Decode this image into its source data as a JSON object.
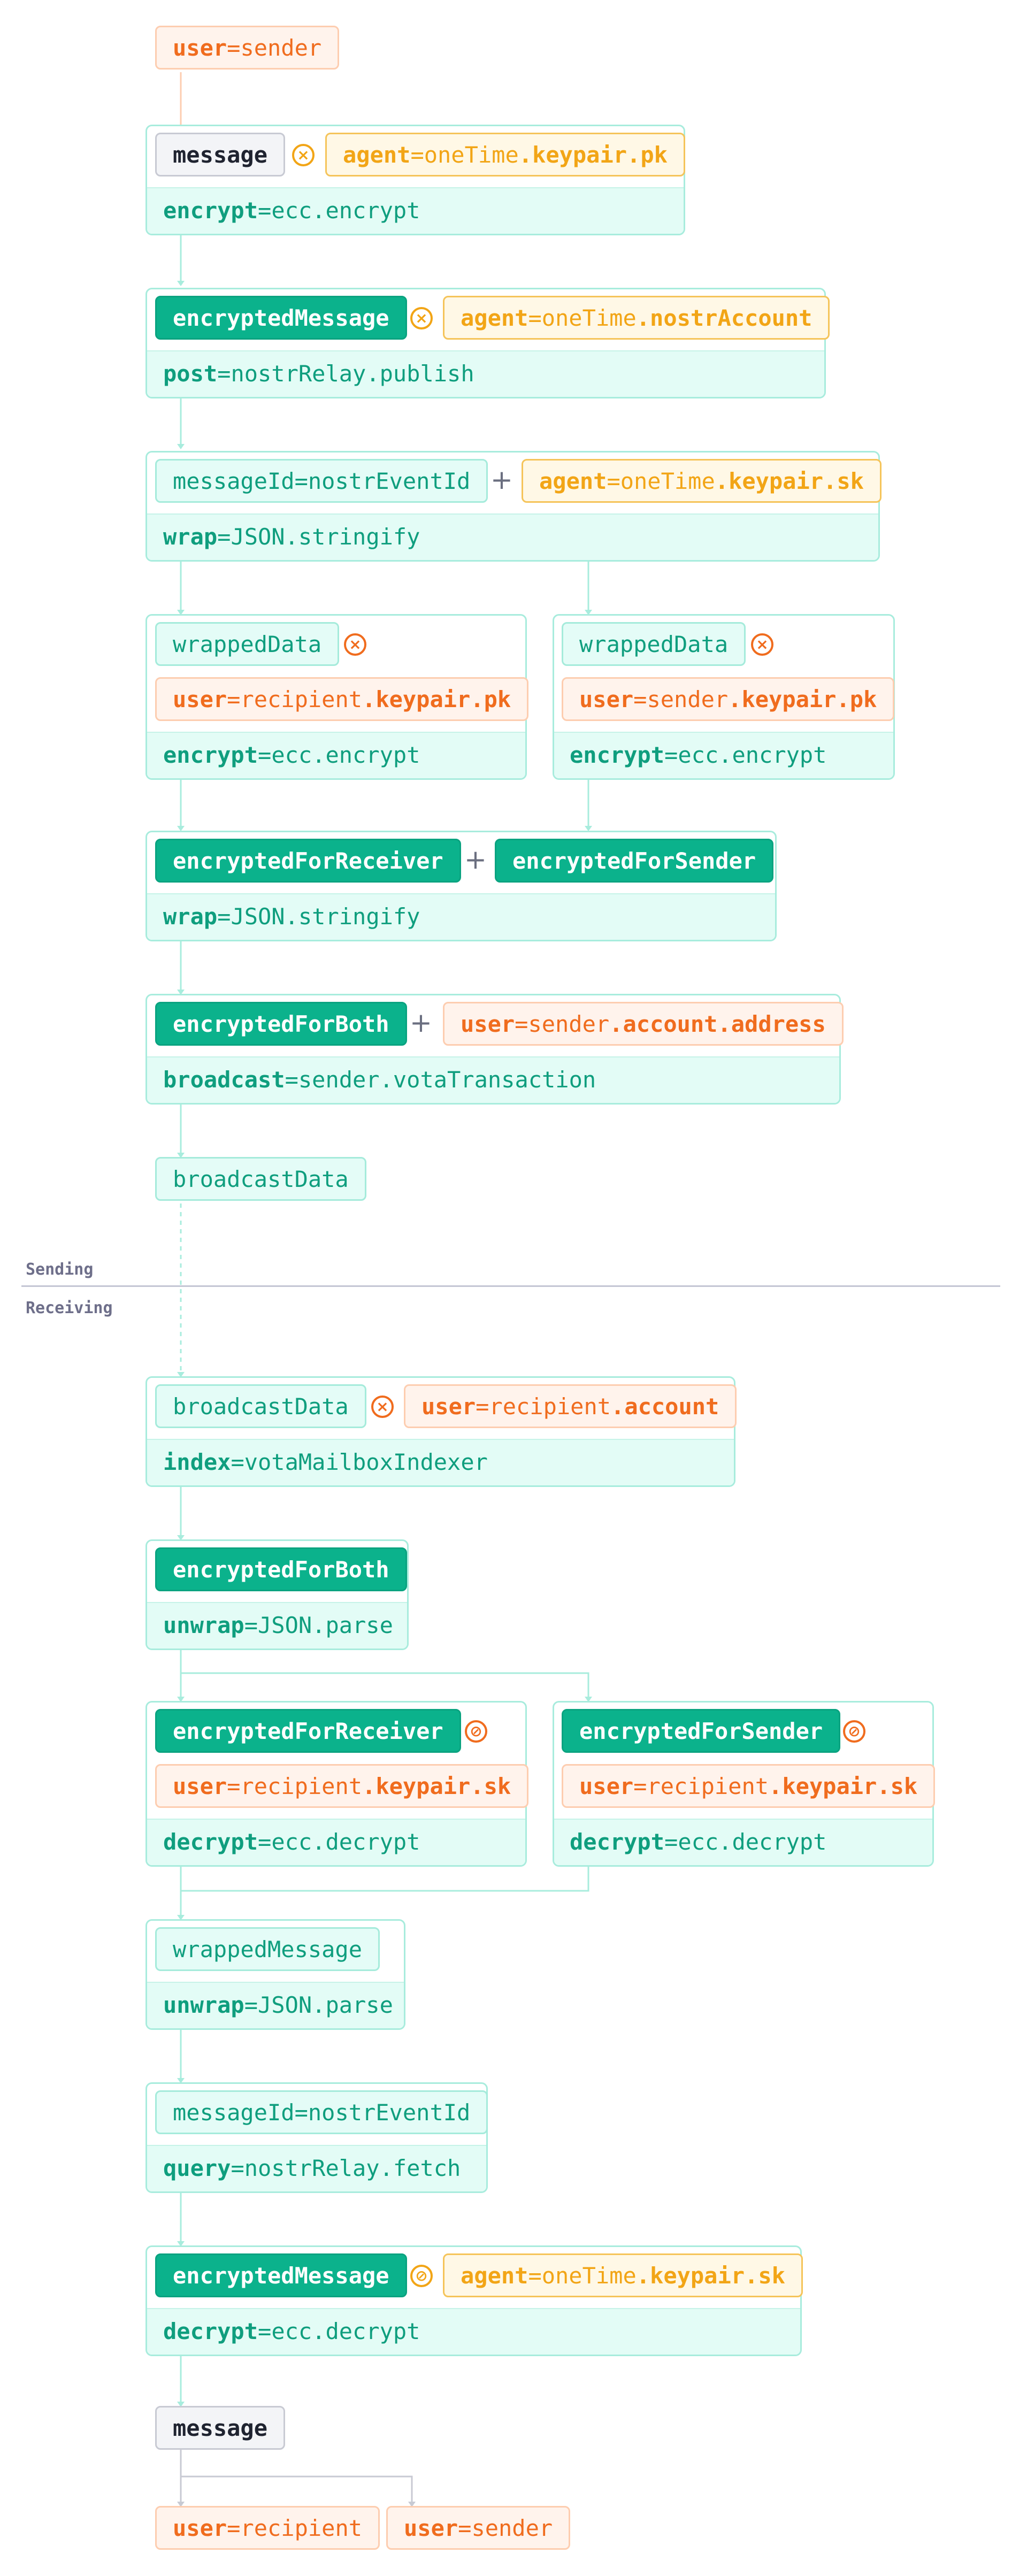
{
  "sections": {
    "sending": "Sending",
    "receiving": "Receiving"
  },
  "pills": {
    "user_sender_top": {
      "key": "user",
      "eq": "=",
      "val": "sender"
    },
    "message_1": {
      "label": "message"
    },
    "agent_keypair_pk": {
      "key": "agent",
      "eq": "=",
      "val": "oneTime",
      "prop": ".keypair.pk"
    },
    "encrypted_message_1": {
      "label": "encryptedMessage"
    },
    "agent_nostr_account": {
      "key": "agent",
      "eq": "=",
      "val": "oneTime",
      "prop": ".nostrAccount"
    },
    "message_id_1": {
      "key": "messageId",
      "eq": "=",
      "val": "nostrEventId"
    },
    "agent_keypair_sk_1": {
      "key": "agent",
      "eq": "=",
      "val": "oneTime",
      "prop": ".keypair.sk"
    },
    "wrapped_data_left": {
      "label": "wrappedData"
    },
    "user_recipient_pk": {
      "key": "user",
      "eq": "=",
      "val": "recipient",
      "prop": ".keypair.pk"
    },
    "wrapped_data_right": {
      "label": "wrappedData"
    },
    "user_sender_pk": {
      "key": "user",
      "eq": "=",
      "val": "sender",
      "prop": ".keypair.pk"
    },
    "encrypted_for_receiver_1": {
      "label": "encryptedForReceiver"
    },
    "encrypted_for_sender_1": {
      "label": "encryptedForSender"
    },
    "encrypted_for_both_1": {
      "label": "encryptedForBoth"
    },
    "user_sender_address": {
      "key": "user",
      "eq": "=",
      "val": "sender",
      "prop": ".account.address"
    },
    "broadcast_data_1": {
      "label": "broadcastData"
    },
    "broadcast_data_2": {
      "label": "broadcastData"
    },
    "user_recipient_account": {
      "key": "user",
      "eq": "=",
      "val": "recipient",
      "prop": ".account"
    },
    "encrypted_for_both_2": {
      "label": "encryptedForBoth"
    },
    "encrypted_for_receiver_2": {
      "label": "encryptedForReceiver"
    },
    "user_recipient_sk_left": {
      "key": "user",
      "eq": "=",
      "val": "recipient",
      "prop": ".keypair.sk"
    },
    "encrypted_for_sender_2": {
      "label": "encryptedForSender"
    },
    "user_recipient_sk_right": {
      "key": "user",
      "eq": "=",
      "val": "recipient",
      "prop": ".keypair.sk"
    },
    "wrapped_message": {
      "label": "wrappedMessage"
    },
    "message_id_2": {
      "key": "messageId",
      "eq": "=",
      "val": "nostrEventId"
    },
    "encrypted_message_2": {
      "label": "encryptedMessage"
    },
    "agent_keypair_sk_2": {
      "key": "agent",
      "eq": "=",
      "val": "oneTime",
      "prop": ".keypair.sk"
    },
    "message_2": {
      "label": "message"
    },
    "user_recipient_final": {
      "key": "user",
      "eq": "=",
      "val": "recipient"
    },
    "user_sender_final": {
      "key": "user",
      "eq": "=",
      "val": "sender"
    }
  },
  "steps": {
    "encrypt_1": {
      "key": "encrypt",
      "eq": "=",
      "val": "ecc.encrypt"
    },
    "post": {
      "key": "post",
      "eq": "=",
      "val": "nostrRelay.publish"
    },
    "wrap_1": {
      "key": "wrap",
      "eq": "=",
      "val": "JSON.stringify"
    },
    "encrypt_left": {
      "key": "encrypt",
      "eq": "=",
      "val": "ecc.encrypt"
    },
    "encrypt_right": {
      "key": "encrypt",
      "eq": "=",
      "val": "ecc.encrypt"
    },
    "wrap_2": {
      "key": "wrap",
      "eq": "=",
      "val": "JSON.stringify"
    },
    "broadcast": {
      "key": "broadcast",
      "eq": "=",
      "val": "sender.votaTransaction"
    },
    "index": {
      "key": "index",
      "eq": "=",
      "val": "votaMailboxIndexer"
    },
    "unwrap_1": {
      "key": "unwrap",
      "eq": "=",
      "val": "JSON.parse"
    },
    "decrypt_left": {
      "key": "decrypt",
      "eq": "=",
      "val": "ecc.decrypt"
    },
    "decrypt_right": {
      "key": "decrypt",
      "eq": "=",
      "val": "ecc.decrypt"
    },
    "unwrap_2": {
      "key": "unwrap",
      "eq": "=",
      "val": "JSON.parse"
    },
    "query": {
      "key": "query",
      "eq": "=",
      "val": "nostrRelay.fetch"
    },
    "decrypt_final": {
      "key": "decrypt",
      "eq": "=",
      "val": "ecc.decrypt"
    }
  },
  "operators": {
    "plus": "+"
  }
}
